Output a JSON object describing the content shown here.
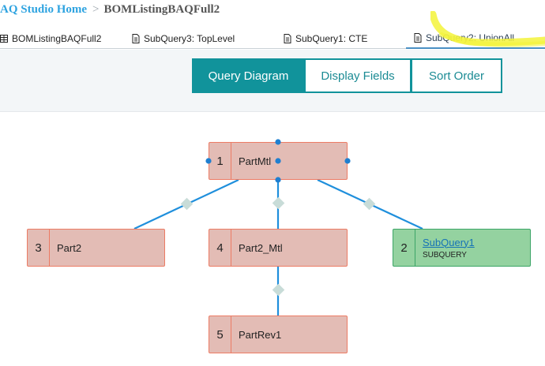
{
  "breadcrumb": {
    "home": "AQ Studio Home",
    "separator": ">",
    "current": "BOMListingBAQFull2"
  },
  "tabs": [
    {
      "label": "BOMListingBAQFull2",
      "icon": "table-icon"
    },
    {
      "label": "SubQuery3: TopLevel",
      "icon": "document-icon"
    },
    {
      "label": "SubQuery1: CTE",
      "icon": "document-icon"
    },
    {
      "label": "SubQuery2: UnionAll",
      "icon": "document-icon",
      "active": true
    }
  ],
  "view_buttons": [
    {
      "label": "Query Diagram",
      "active": true
    },
    {
      "label": "Display Fields"
    },
    {
      "label": "Sort Order"
    }
  ],
  "diagram": {
    "nodes": [
      {
        "num": "1",
        "label": "PartMtl"
      },
      {
        "num": "3",
        "label": "Part2"
      },
      {
        "num": "4",
        "label": "Part2_Mtl"
      },
      {
        "num": "2",
        "label": "SubQuery1",
        "type": "SUBQUERY"
      },
      {
        "num": "5",
        "label": "PartRev1"
      }
    ]
  },
  "colors": {
    "accent": "#11939b",
    "table_fill": "#e3bcb5",
    "table_border": "#ec7b64",
    "subquery_fill": "#94d2a0",
    "subquery_border": "#3da567",
    "connector": "#1f8fdc",
    "highlighter": "#f3f33a"
  }
}
